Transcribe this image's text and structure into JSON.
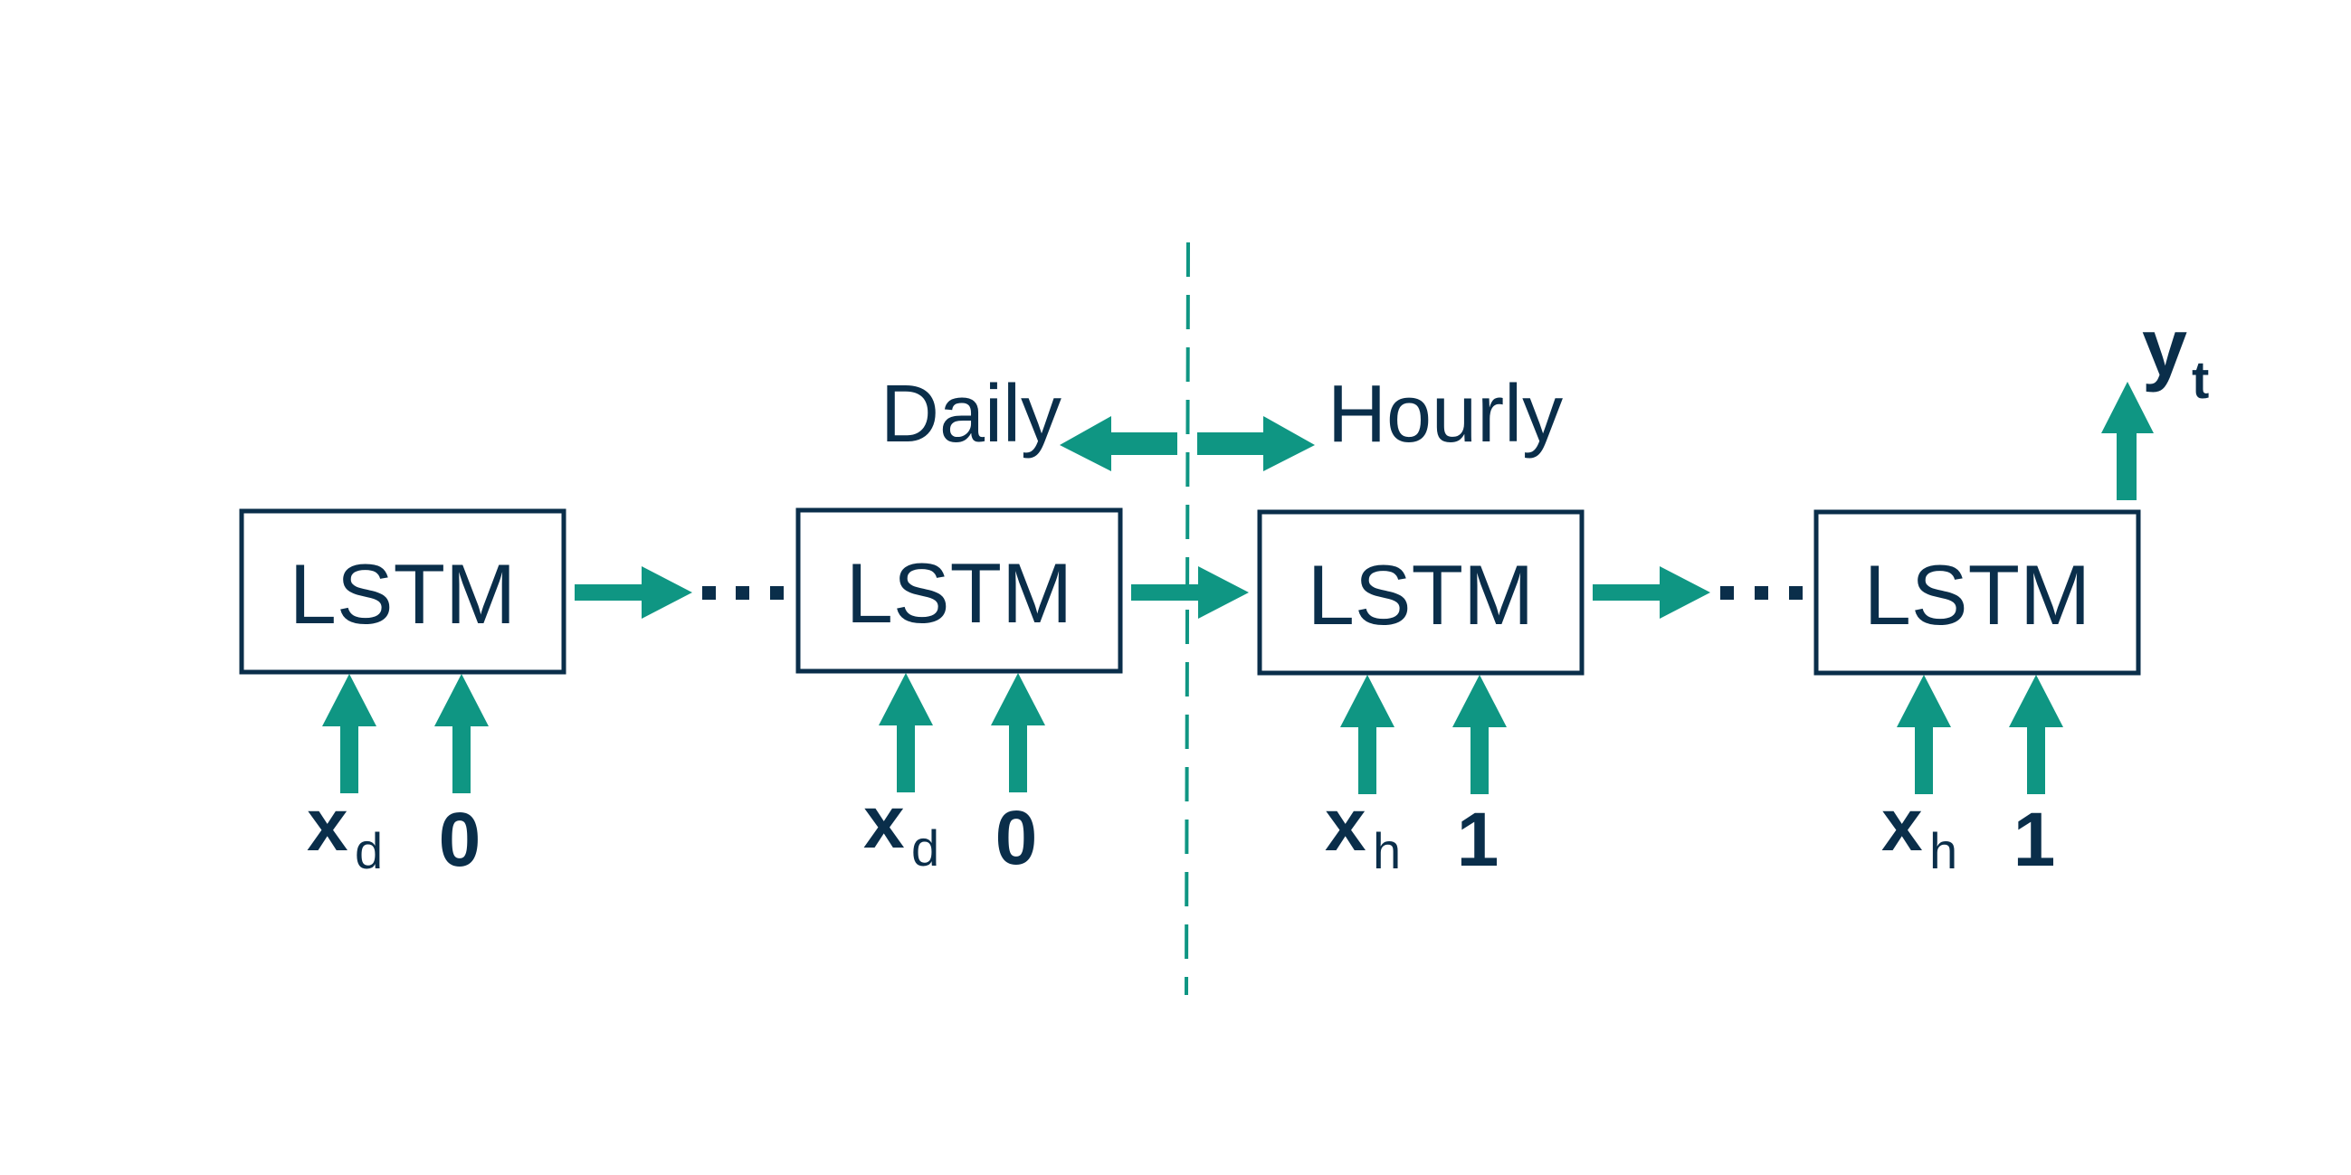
{
  "colors": {
    "accent": "#0f9683",
    "ink": "#0a2e4a",
    "background": "#ffffff"
  },
  "regions": {
    "daily_label": "Daily",
    "hourly_label": "Hourly"
  },
  "cells": [
    {
      "label": "LSTM",
      "input_var": "x",
      "input_sub": "d",
      "flag": "0"
    },
    {
      "label": "LSTM",
      "input_var": "x",
      "input_sub": "d",
      "flag": "0"
    },
    {
      "label": "LSTM",
      "input_var": "x",
      "input_sub": "h",
      "flag": "1"
    },
    {
      "label": "LSTM",
      "input_var": "x",
      "input_sub": "h",
      "flag": "1"
    }
  ],
  "output": {
    "var": "y",
    "sub": "t"
  }
}
